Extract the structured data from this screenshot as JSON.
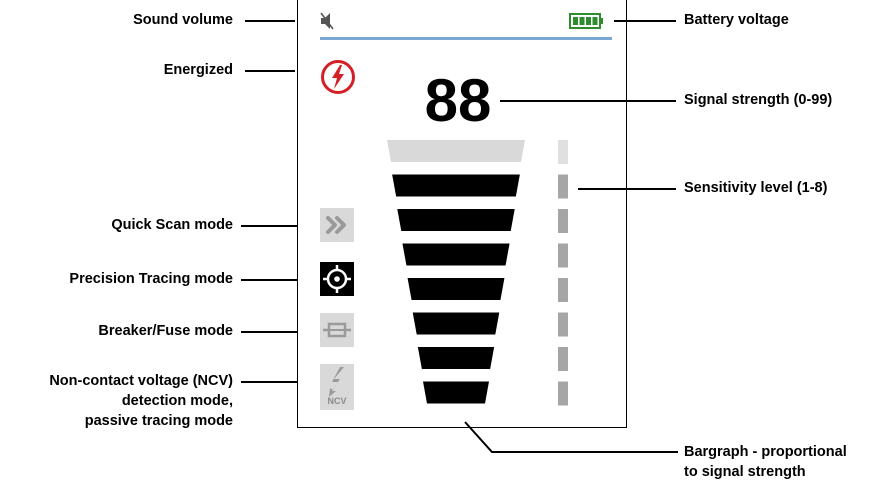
{
  "labels": {
    "sound_volume": "Sound volume",
    "energized": "Energized",
    "quick_scan": "Quick Scan mode",
    "precision_tracing": "Precision Tracing mode",
    "breaker_fuse": "Breaker/Fuse mode",
    "ncv_line1": "Non-contact voltage (NCV)",
    "ncv_line2": "detection mode,",
    "ncv_line3": "passive tracing mode",
    "battery_voltage": "Battery voltage",
    "signal_strength": "Signal strength (0-99)",
    "sensitivity_level": "Sensitivity level (1-8)",
    "bargraph_line1": "Bargraph - proportional",
    "bargraph_line2": "to signal strength"
  },
  "display": {
    "signal_value": "88",
    "ncv_icon_text": "NCV",
    "sound_icon": "speaker-muted-icon",
    "battery_icon": "battery-full-icon",
    "energized_icon": "lightning-bolt-circle-icon",
    "colors": {
      "energized": "#d32027",
      "battery": "#2e8b2e",
      "header_line": "#7aa7d3",
      "active_mode_bg": "#000000",
      "inactive_mode_bg": "#d9d9d9",
      "bar_active": "#000000",
      "bar_inactive": "#d9d9d9",
      "sensitivity_active": "#a6a6a6",
      "sensitivity_inactive": "#e0e0e0"
    },
    "bargraph": {
      "total_bars": 8,
      "active_bars": 7
    },
    "sensitivity": {
      "total_levels": 8,
      "active_level": 7
    },
    "modes": [
      {
        "name": "quick-scan",
        "icon": "double-chevron-icon",
        "active": false
      },
      {
        "name": "precision-tracing",
        "icon": "crosshair-target-icon",
        "active": true
      },
      {
        "name": "breaker-fuse",
        "icon": "fuse-icon",
        "active": false
      },
      {
        "name": "ncv",
        "icon": "ncv-bolt-icon",
        "active": false
      }
    ]
  }
}
